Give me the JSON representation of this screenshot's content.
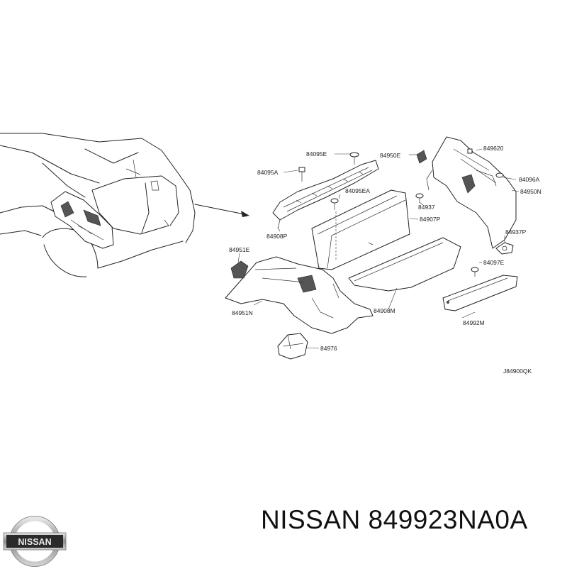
{
  "diagram": {
    "labels": [
      {
        "text": "84095E"
      },
      {
        "text": "84095A"
      },
      {
        "text": "84095EA"
      },
      {
        "text": "84908P"
      },
      {
        "text": "84950E"
      },
      {
        "text": "849620"
      },
      {
        "text": "84096A"
      },
      {
        "text": "84950N"
      },
      {
        "text": "84937"
      },
      {
        "text": "84907P"
      },
      {
        "text": "84937P"
      },
      {
        "text": "84097E"
      },
      {
        "text": "84951E"
      },
      {
        "text": "84951N"
      },
      {
        "text": "84908M"
      },
      {
        "text": "84992M"
      },
      {
        "text": "84976"
      }
    ],
    "drawing_code": "J84900QK"
  },
  "footer": {
    "brand": "NISSAN",
    "part_number_text": "NISSAN 849923NA0A"
  }
}
